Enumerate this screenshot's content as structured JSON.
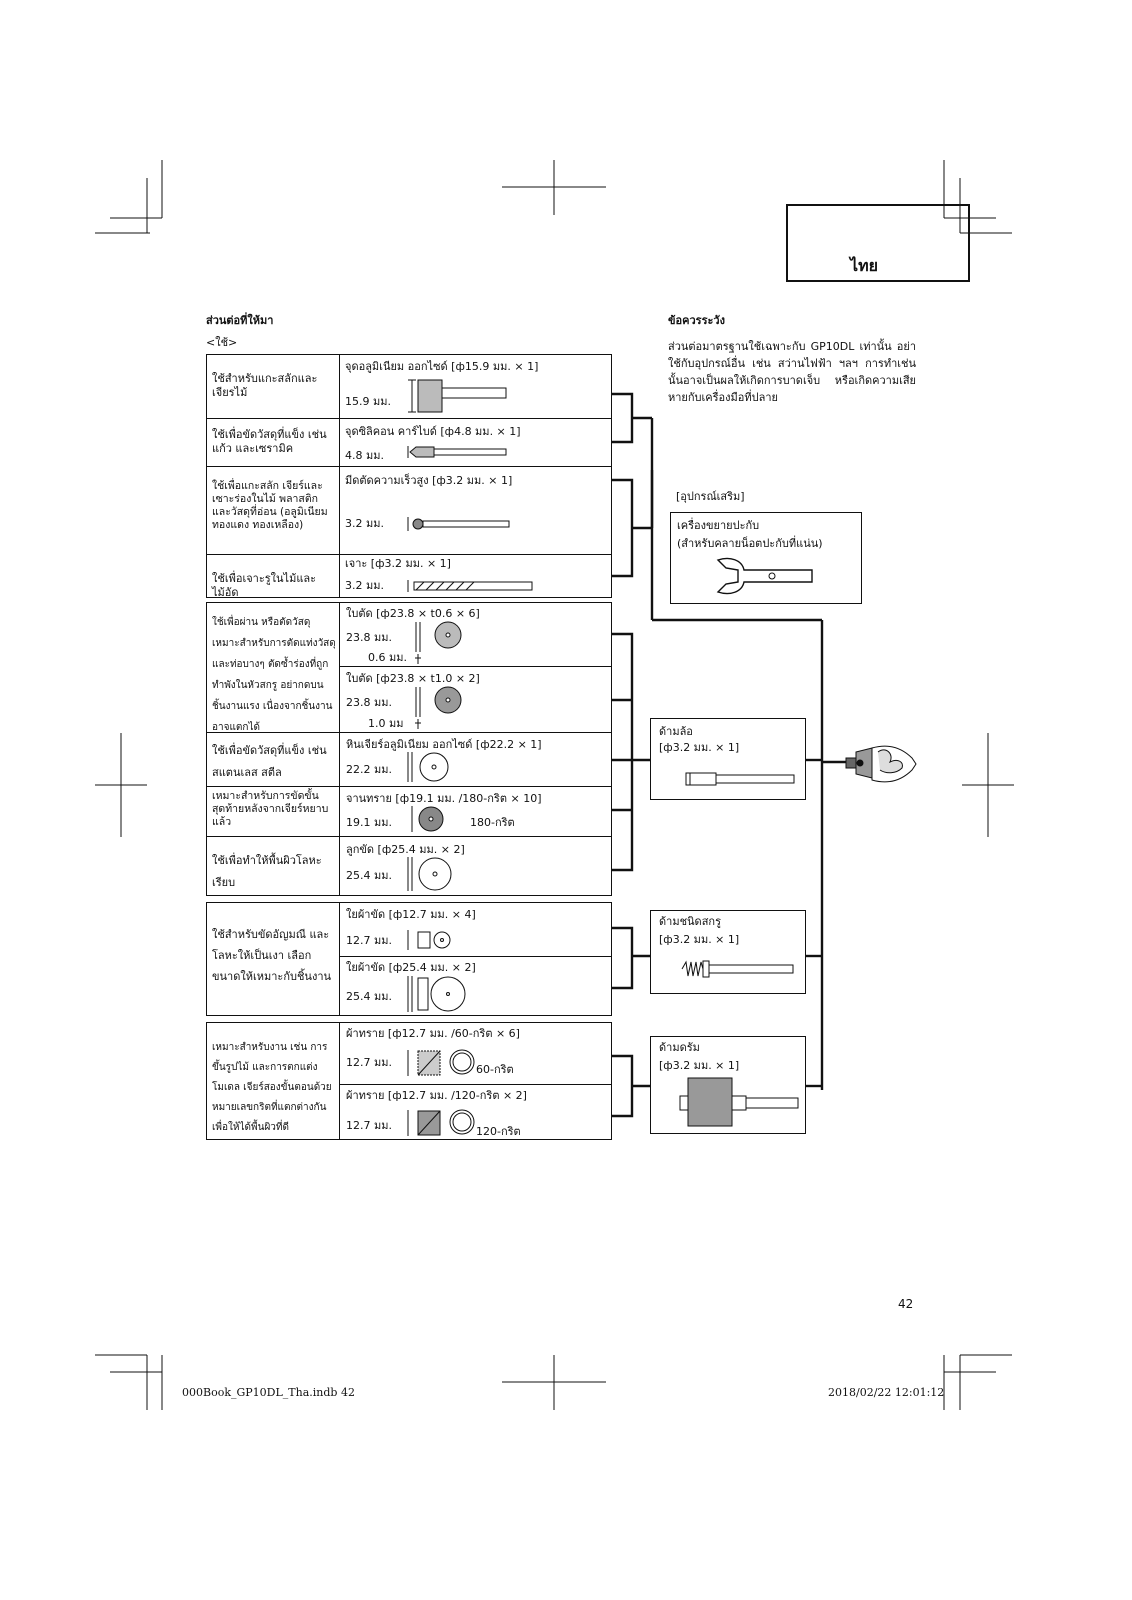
{
  "language_tab": "ไทย",
  "section_title": "ส่วนต่อที่ให้มา",
  "section_subtitle": "<ใช้>",
  "caution": {
    "title": "ข้อควรระวัง",
    "text": "ส่วนต่อมาตรฐานใช้เฉพาะกับ GP10DL เท่านั้น อย่าใช้กับอุปกรณ์อื่น เช่น สว่านไฟฟ้า ฯลฯ การทำเช่นนั้นอาจเป็นผลให้เกิดการบาดเจ็บ หรือเกิดความเสียหายกับเครื่องมือที่ปลาย"
  },
  "group1": {
    "rows": [
      {
        "desc": "ใช้สำหรับแกะสลักและเจียรไม้",
        "item": "จุดอลูมิเนียม ออกไซด์ [ф15.9 มม. × 1]",
        "size": "15.9 มม."
      },
      {
        "desc": "ใช้เพื่อขัดวัสดุที่แข็ง เช่น แก้ว และเซรามิค",
        "item": "จุดซิลิคอน คาร์ไบด์ [ф4.8 มม. × 1]",
        "size": "4.8 มม."
      },
      {
        "desc": "ใช้เพื่อแกะสลัก เจียร์และเซาะร่องในไม้ พลาสติก และวัสดุที่อ่อน (อลูมิเนียม ทองแดง ทองเหลือง)",
        "item": "มีดตัดความเร็วสูง [ф3.2 มม. × 1]",
        "size": "3.2 มม."
      },
      {
        "desc": "ใช้เพื่อเจาะรูในไม้และไม้อัด",
        "item": "เจาะ [ф3.2 มม. × 1]",
        "size": "3.2 มม."
      }
    ]
  },
  "group2": {
    "desc_cut": "ใช้เพื่อผ่าน หรือตัดวัสดุ เหมาะสำหรับการตัดแท่งวัสดุ และท่อบางๆ ตัดซ้ำร่องที่ถูกทำพังในหัวสกรู อย่ากดบนชิ้นงานแรง เนื่องจากชิ้นงานอาจแตกได้",
    "rows": [
      {
        "item": "ใบตัด [ф23.8 × t0.6 × 6]",
        "size": "23.8 มม.",
        "thickness": "0.6 มม."
      },
      {
        "item": "ใบตัด [ф23.8 × t1.0 × 2]",
        "size": "23.8 มม.",
        "thickness": "1.0 มม"
      },
      {
        "desc": "ใช้เพื่อขัดวัสดุที่แข็ง เช่น สแตนเลส สตีล",
        "item": "หินเจียร์อลูมิเนียม ออกไซด์ [ф22.2 × 1]",
        "size": "22.2 มม."
      },
      {
        "desc": "เหมาะสำหรับการขัดขั้นสุดท้ายหลังจากเจียร์หยาบแล้ว",
        "item": "จานทราย [ф19.1 มม. /180-กริต × 10]",
        "size": "19.1 มม.",
        "grit": "180-กริต"
      },
      {
        "desc": "ใช้เพื่อทำให้พื้นผิวโลหะเรียบ",
        "item": "ลูกขัด [ф25.4 มม. × 2]",
        "size": "25.4 มม."
      }
    ]
  },
  "group3": {
    "desc": "ใช้สำหรับขัดอัญมณี และโลหะให้เป็นเงา เลือกขนาดให้เหมาะกับชิ้นงาน",
    "rows": [
      {
        "item": "ใยผ้าขัด [ф12.7 มม. × 4]",
        "size": "12.7 มม."
      },
      {
        "item": "ใยผ้าขัด [ф25.4 มม. × 2]",
        "size": "25.4 มม."
      }
    ]
  },
  "group4": {
    "desc": "เหมาะสำหรับงาน เช่น การขึ้นรูปไม้ และการตกแต่งโมเดล เจียร์สองขั้นตอนด้วยหมายเลขกริตที่แตกต่างกันเพื่อให้ได้พื้นผิวที่ดี",
    "rows": [
      {
        "item": "ผ้าทราย [ф12.7 มม. /60-กริต × 6]",
        "size": "12.7 มม.",
        "grit": "60-กริต"
      },
      {
        "item": "ผ้าทราย [ф12.7 มม. /120-กริต × 2]",
        "size": "12.7 มม.",
        "grit": "120-กริต"
      }
    ]
  },
  "optional": {
    "heading": "[อุปกรณ์เสริม]",
    "line1": "เครื่องขยายปะกับ",
    "line2": "(สำหรับคลายน็อตปะกับที่แน่น)"
  },
  "mandrels": [
    {
      "name": "ด้ามล้อ",
      "spec": "[ф3.2 มม. × 1]"
    },
    {
      "name": "ด้ามชนิดสกรู",
      "spec": "[ф3.2 มม. × 1]"
    },
    {
      "name": "ด้ามดรัม",
      "spec": "[ф3.2 มม. × 1]"
    }
  ],
  "page_number": "42",
  "footer_left": "000Book_GP10DL_Tha.indb   42",
  "footer_right": "2018/02/22   12:01:12"
}
